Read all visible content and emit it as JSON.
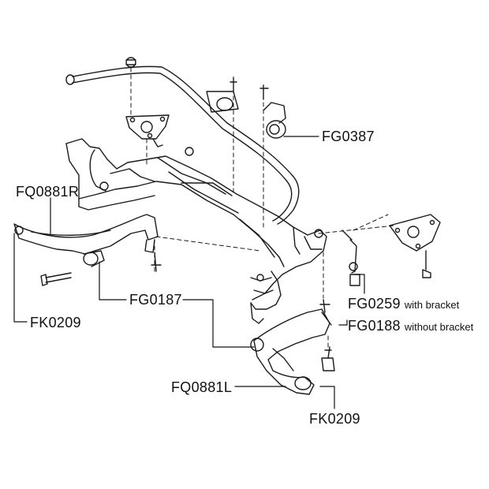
{
  "labels": {
    "fq0881r": "FQ0881R",
    "fg0387": "FG0387",
    "fg0187": "FG0187",
    "fk0209_left": "FK0209",
    "fg0259": "FG0259",
    "fg0259_note": "with bracket",
    "fg0188": "FG0188",
    "fg0188_note": "without bracket",
    "fq0881l": "FQ0881L",
    "fk0209_right": "FK0209"
  }
}
